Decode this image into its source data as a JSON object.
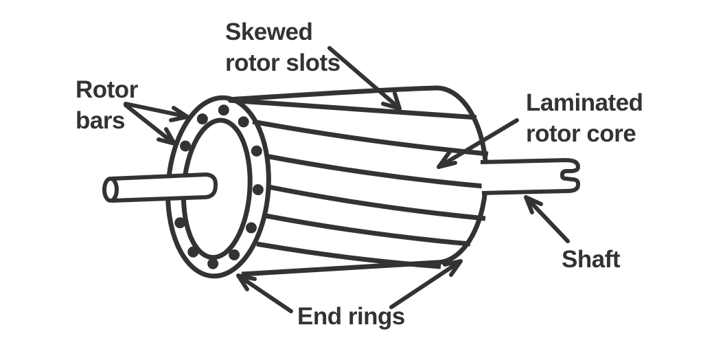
{
  "labels": {
    "skewed_rotor_slots": {
      "line1": "Skewed",
      "line2": "rotor slots"
    },
    "rotor_bars": {
      "line1": "Rotor",
      "line2": "bars"
    },
    "laminated_rotor_core": {
      "line1": "Laminated",
      "line2": "rotor core"
    },
    "shaft": "Shaft",
    "end_rings": "End rings"
  },
  "colors": {
    "line": "#333333",
    "text": "#333333",
    "background": "#ffffff"
  },
  "figure": {
    "skewed_slot_line_count": 6,
    "rotor_bar_end_dot_count": 11
  }
}
